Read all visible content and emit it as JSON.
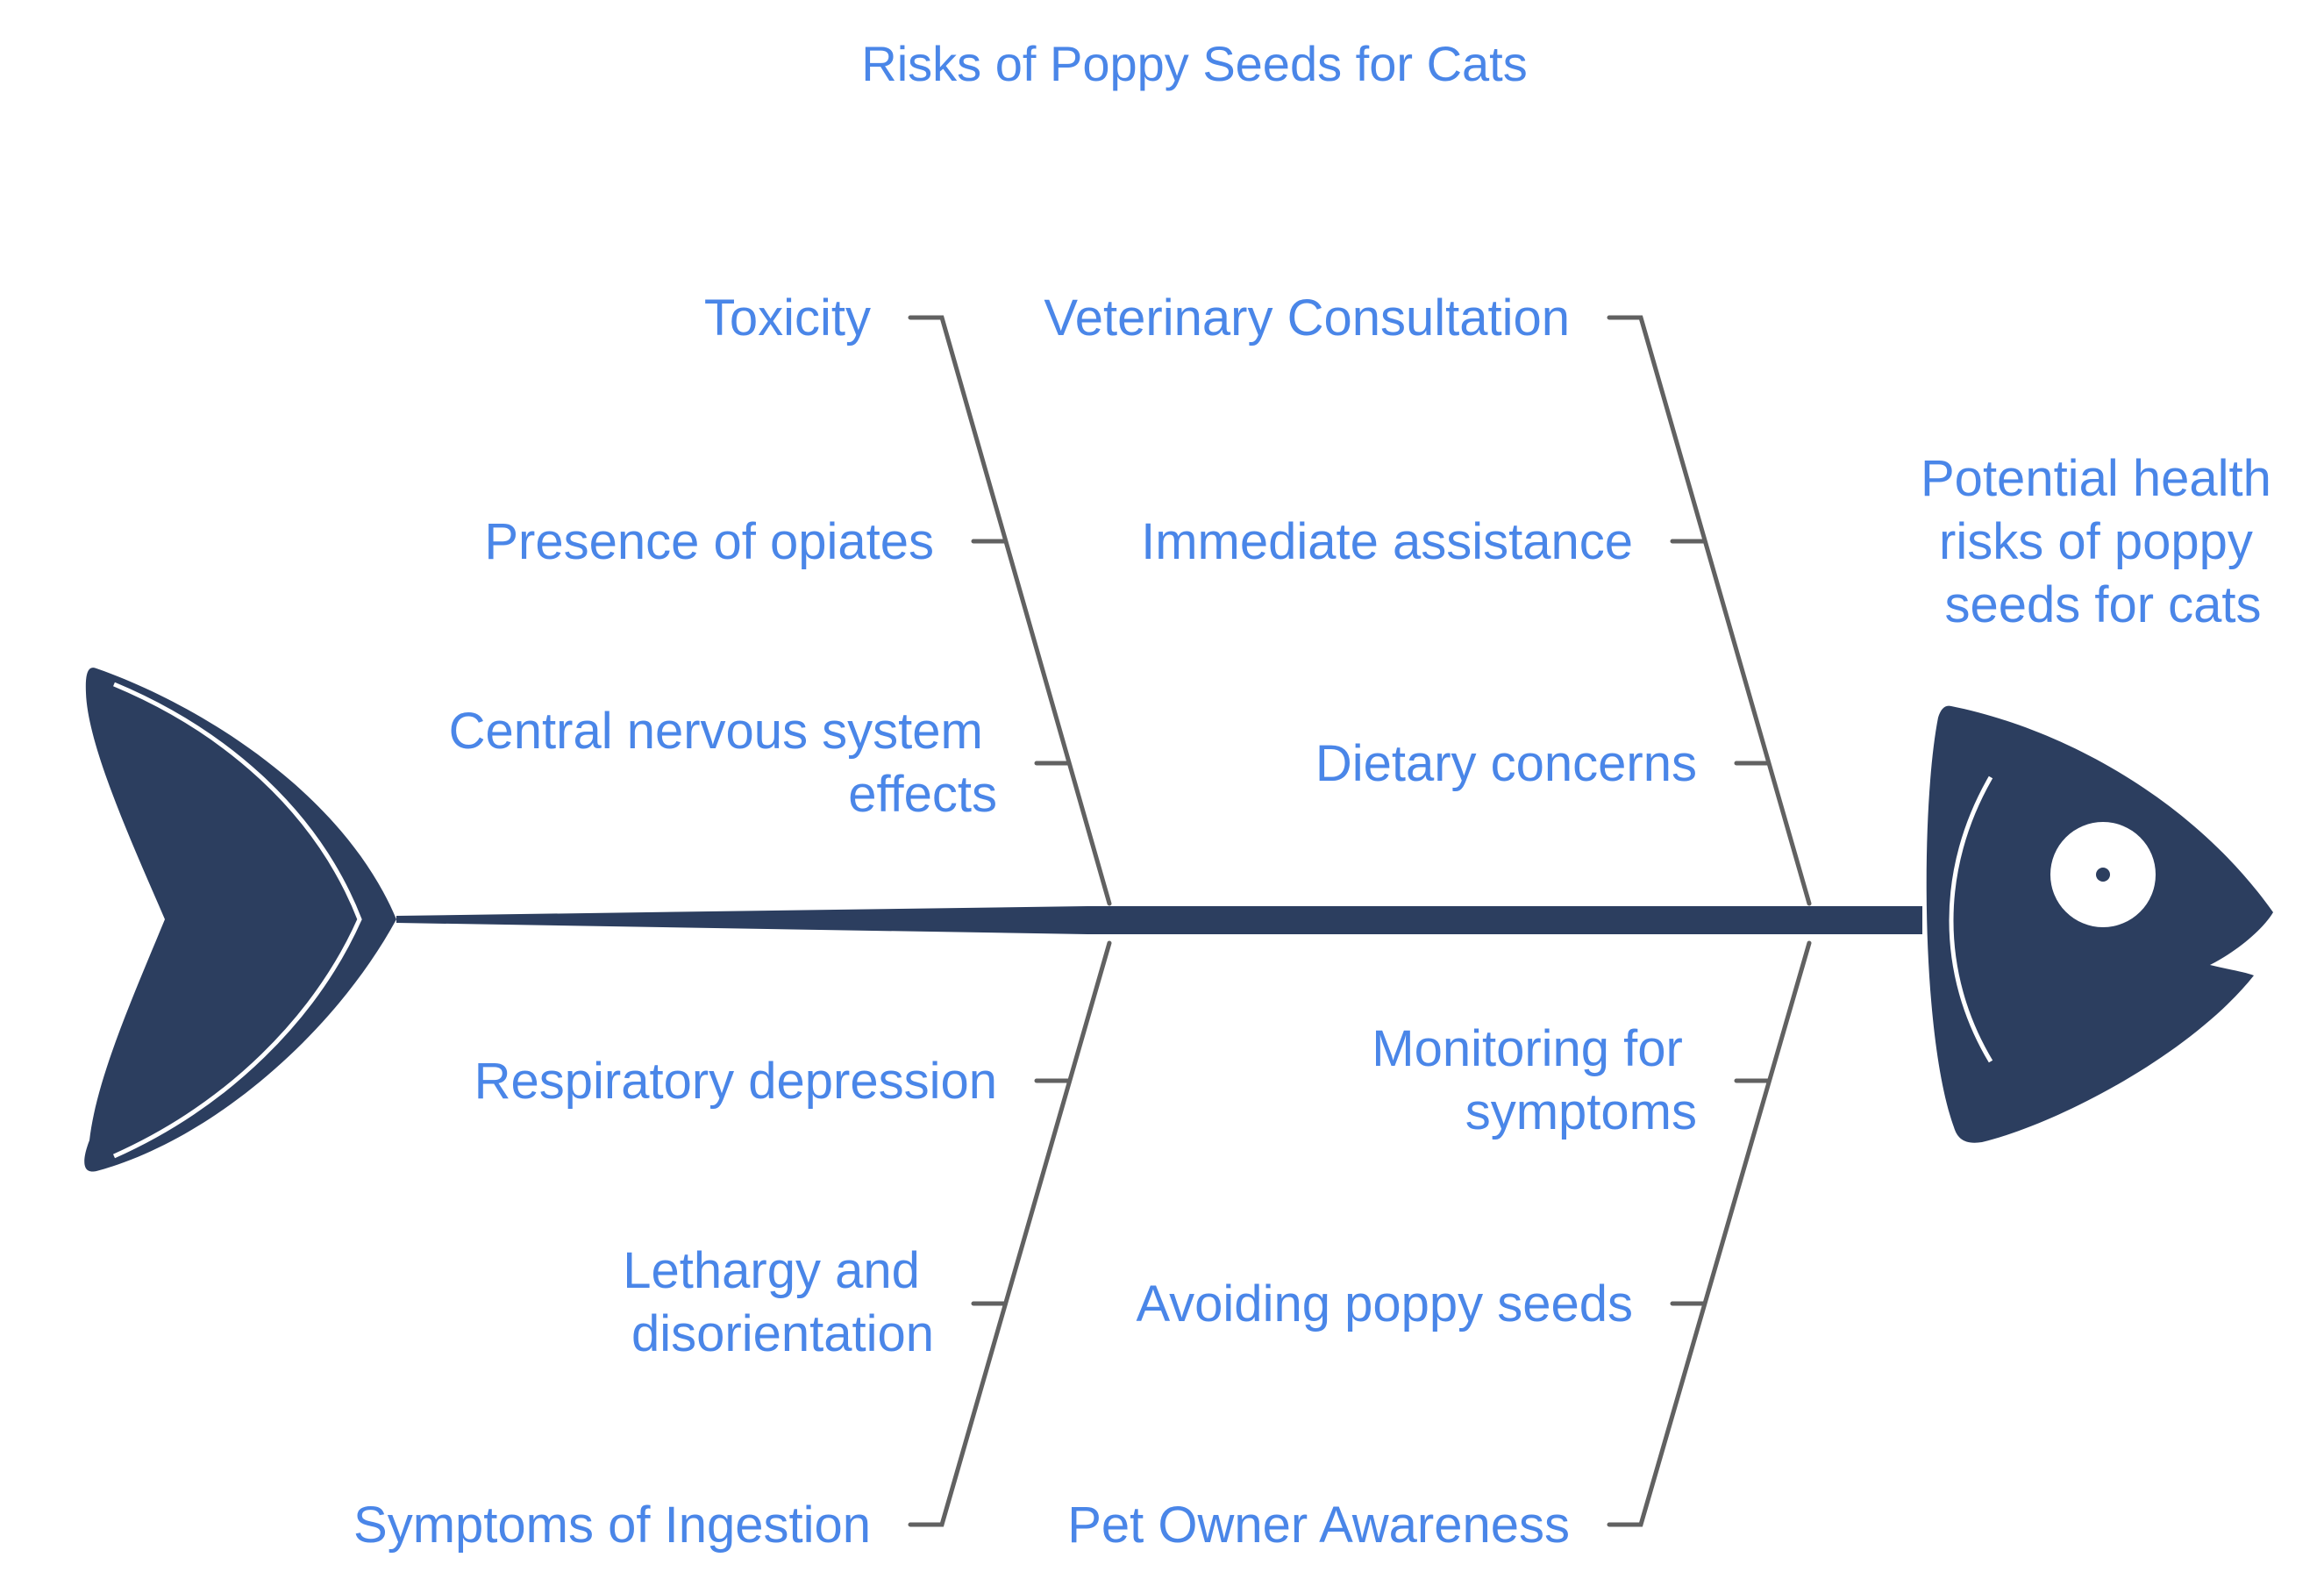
{
  "title": "Risks of Poppy Seeds for Cats",
  "head_label": [
    "Potential health",
    "risks of poppy",
    "seeds for cats"
  ],
  "colors": {
    "text": "#4a86e8",
    "fish": "#2c3e5f",
    "bone": "#616161",
    "background": "#ffffff"
  },
  "categories": {
    "toxicity": {
      "label": "Toxicity",
      "causes": [
        [
          "Presence of opiates"
        ],
        [
          "Central nervous system",
          "effects"
        ]
      ]
    },
    "symptoms": {
      "label": "Symptoms of Ingestion",
      "causes": [
        [
          "Respiratory depression"
        ],
        [
          "Lethargy and",
          "disorientation"
        ]
      ]
    },
    "veterinary": {
      "label": "Veterinary Consultation",
      "causes": [
        [
          "Immediate assistance"
        ],
        [
          "Dietary concerns"
        ]
      ]
    },
    "awareness": {
      "label": "Pet Owner Awareness",
      "causes": [
        [
          "Monitoring for",
          "symptoms"
        ],
        [
          "Avoiding poppy seeds"
        ]
      ]
    }
  }
}
